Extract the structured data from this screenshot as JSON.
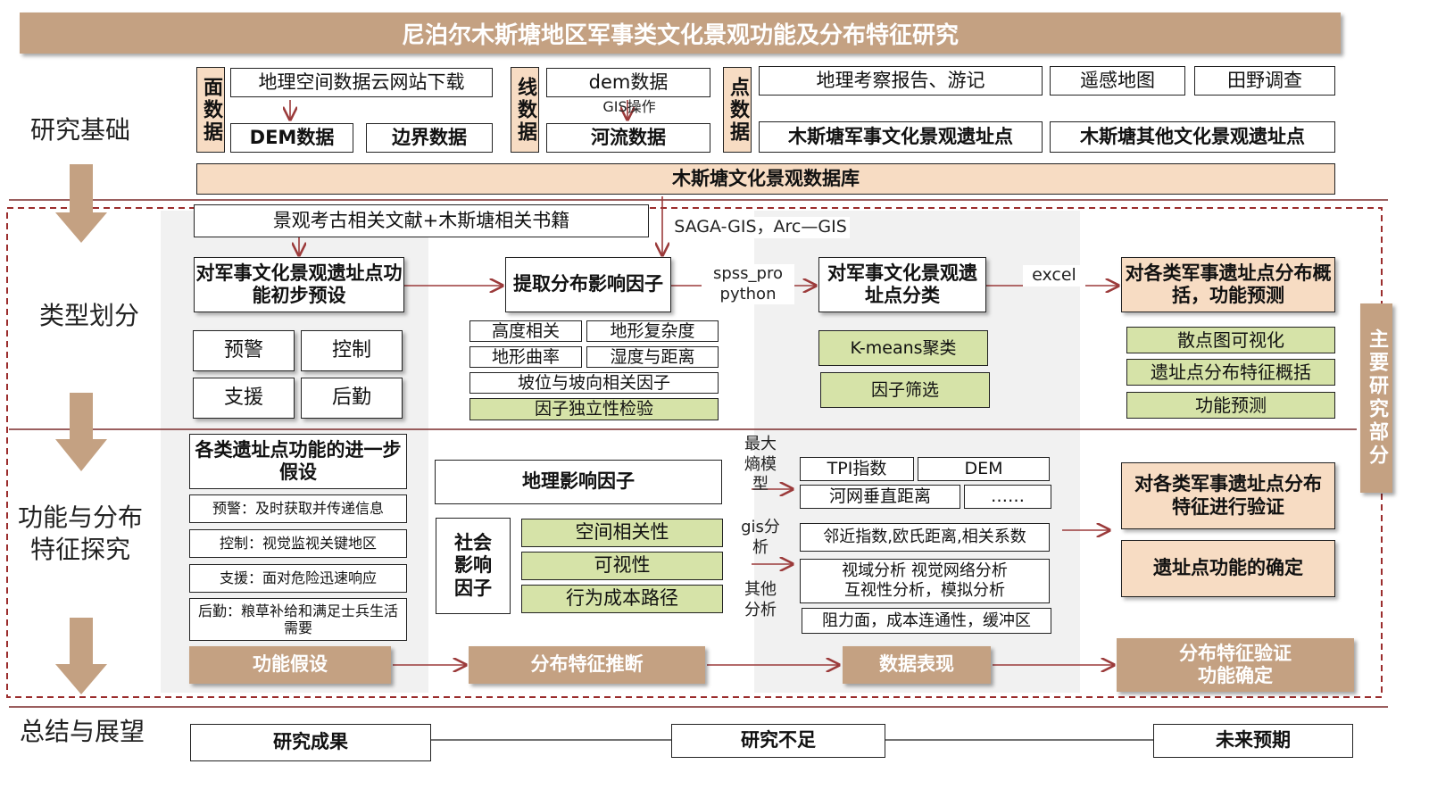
{
  "title": "尼泊尔木斯塘地区军事类文化景观功能及分布特征研究",
  "stages": {
    "foundation": "研究基础",
    "classification": "类型划分",
    "function_distribution": "功能与分布特征探究",
    "summary": "总结与展望"
  },
  "main_part_label": "主要研究部分",
  "foundation": {
    "surface_label": "面数据",
    "surface_source": "地理空间数据云网站下载",
    "surface_outputs": [
      "DEM数据",
      "边界数据"
    ],
    "line_label": "线数据",
    "line_source": "dem数据",
    "line_op": "GIS操作",
    "line_output": "河流数据",
    "point_label": "点数据",
    "point_sources": [
      "地理考察报告、游记",
      "遥感地图",
      "田野调查"
    ],
    "point_outputs": [
      "木斯塘军事文化景观遗址点",
      "木斯塘其他文化景观遗址点"
    ],
    "database": "木斯塘文化景观数据库"
  },
  "classification": {
    "literature": "景观考古相关文献+木斯塘相关书籍",
    "tools_note": "SAGA-GIS，Arc—GIS",
    "preset": "对军事文化景观遗址点功能初步预设",
    "functions": [
      "预警",
      "控制",
      "支援",
      "后勤"
    ],
    "extract": "提取分布影响因子",
    "factors": [
      "高度相关",
      "地形复杂度",
      "地形曲率",
      "湿度与距离",
      "坡位与坡向相关因子"
    ],
    "independence": "因子独立性检验",
    "spss_note": "spss_pro python",
    "classify": "对军事文化景观遗址点分类",
    "kmeans": "K-means聚类",
    "screening": "因子筛选",
    "excel_note": "excel",
    "summary_box": "对各类军事遗址点分布概括，功能预测",
    "summary_items": [
      "散点图可视化",
      "遗址点分布特征概括",
      "功能预测"
    ]
  },
  "function_distribution": {
    "hypothesis_title": "各类遗址点功能的进一步假设",
    "hypotheses": [
      "预警：及时获取并传递信息",
      "控制：视觉监视关键地区",
      "支援：面对危险迅速响应",
      "后勤：粮草补给和满足士兵生活需要"
    ],
    "geo_factor": "地理影响因子",
    "social_factor": "社会影响因子",
    "social_items": [
      "空间相关性",
      "可视性",
      "行为成本路径"
    ],
    "method_maxent": "最大熵模型",
    "method_gis": "gis分析",
    "method_other": "其他分析",
    "geo_items": [
      "TPI指数",
      "DEM",
      "河网垂直距离",
      "……"
    ],
    "gis_result": "邻近指数,欧氏距离,相关系数",
    "vis_result": "视域分析  视觉网络分析\n互视性分析，模拟分析",
    "other_result": "阻力面，成本连通性，缓冲区",
    "verify": "对各类军事遗址点分布特征进行验证",
    "confirm": "遗址点功能的确定",
    "flow": [
      "功能假设",
      "分布特征推断",
      "数据表现",
      "分布特征验证\n功能确定"
    ]
  },
  "summary": {
    "items": [
      "研究成果",
      "研究不足",
      "未来预期"
    ]
  },
  "colors": {
    "title_bar": "#c4a182",
    "tan": "#f7dcc3",
    "green": "#d6e3a8",
    "dashed": "#9b2d2d",
    "arrow_red": "#9b3a3a",
    "stage_arrow": "#c4a182"
  }
}
